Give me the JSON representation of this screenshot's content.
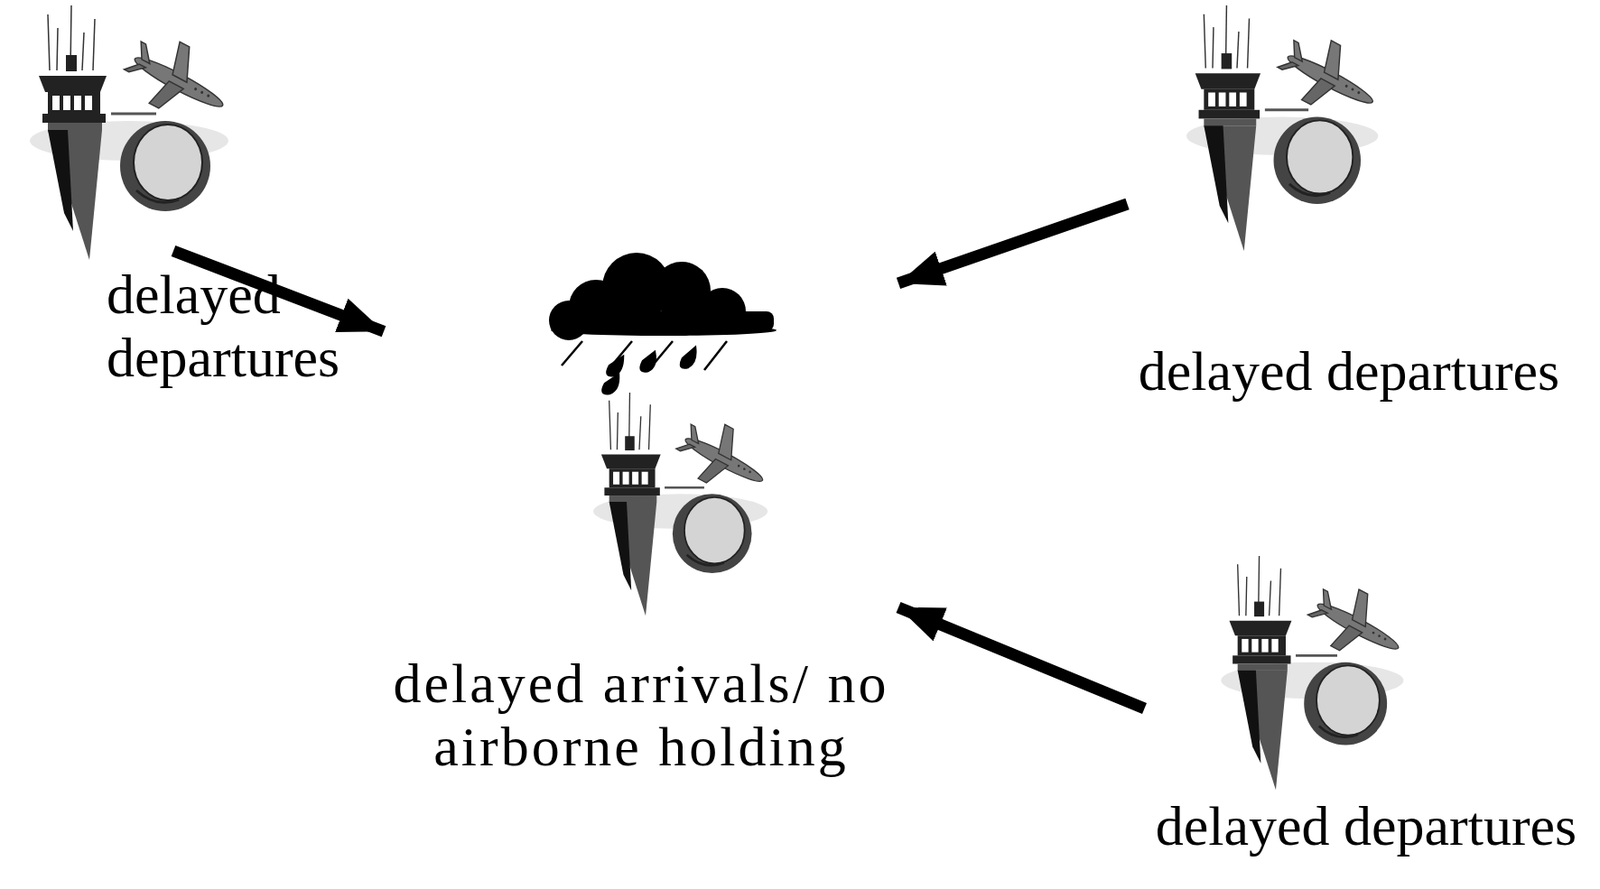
{
  "diagram": {
    "nodes": [
      {
        "text": [
          "delayed departures"
        ]
      },
      {
        "text": [
          "delayed departures"
        ]
      },
      {
        "text": [
          "delayed arrivals/ no airborne holding"
        ]
      },
      {
        "text": [
          "delayed departures"
        ]
      }
    ],
    "edges": [
      {
        "from": 0,
        "to": 2,
        "arrow": "to"
      },
      {
        "from": 1,
        "to": 2,
        "arrow": "to"
      },
      {
        "from": 3,
        "to": 2,
        "arrow": "to"
      }
    ]
  }
}
